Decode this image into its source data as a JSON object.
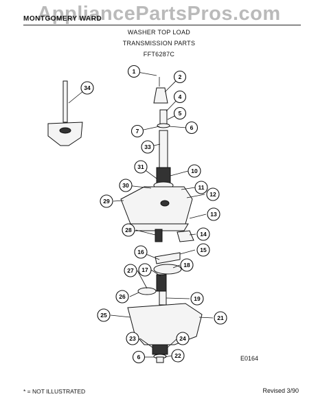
{
  "header": {
    "brand": "MONTGOMERY WARD",
    "watermark": "AppliancePartsPros.com",
    "title": "WASHER TOP LOAD",
    "subtitle": "TRANSMISSION PARTS",
    "model": "FFT6287C"
  },
  "diagram": {
    "code": "E0164",
    "callouts": [
      "1",
      "2",
      "4",
      "5",
      "7",
      "6",
      "34",
      "33",
      "31",
      "10",
      "30",
      "11",
      "12",
      "29",
      "13",
      "28",
      "14",
      "15",
      "16",
      "18",
      "27",
      "17",
      "26",
      "19",
      "25",
      "21",
      "23",
      "24",
      "6",
      "22"
    ]
  },
  "footer": {
    "note": "* = NOT ILLUSTRATED",
    "revised": "Revised 3/90"
  }
}
